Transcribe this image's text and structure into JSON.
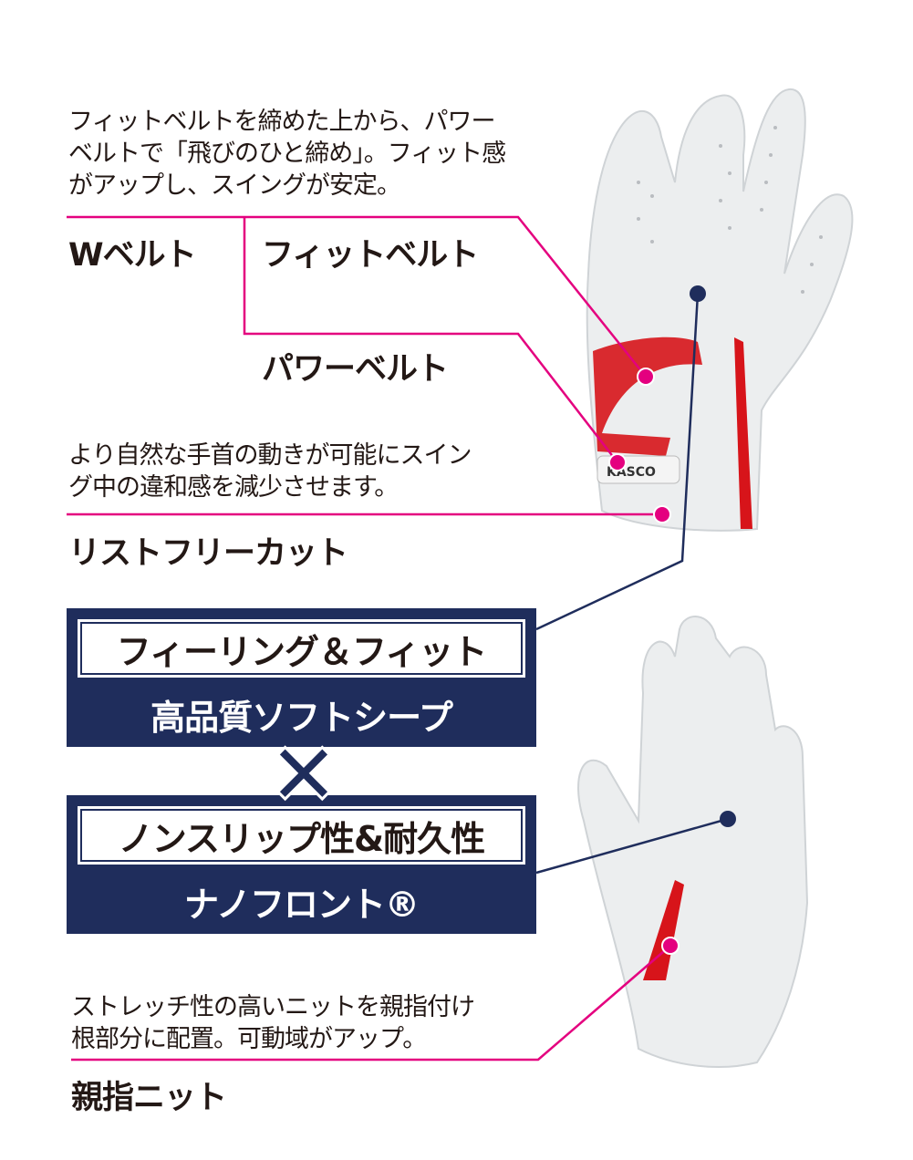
{
  "colors": {
    "accent": "#e4007f",
    "navy": "#1f2d5c",
    "text": "#231815"
  },
  "wbelt": {
    "description": [
      "フィットベルトを締めた上から、パワー",
      "ベルトで「飛びのひと締め」。フィット感",
      "がアップし、スイングが安定。"
    ],
    "title": "Wベルト",
    "fit_belt": "フィットベルト",
    "power_belt": "パワーベルト"
  },
  "wrist": {
    "description": [
      "より自然な手首の動きが可能にスイン",
      "グ中の違和感を減少させます。"
    ],
    "title": "リストフリーカット"
  },
  "feature1": {
    "title": "フィーリング＆フィット",
    "material": "高品質ソフトシープ"
  },
  "cross_symbol": "×",
  "feature2": {
    "title": "ノンスリップ性&耐久性",
    "material": "ナノフロント®"
  },
  "thumb": {
    "description": [
      "ストレッチ性の高いニットを親指付け",
      "根部分に配置。可動域がアップ。"
    ],
    "title": "親指ニット"
  },
  "glove_logo": "KASCO"
}
